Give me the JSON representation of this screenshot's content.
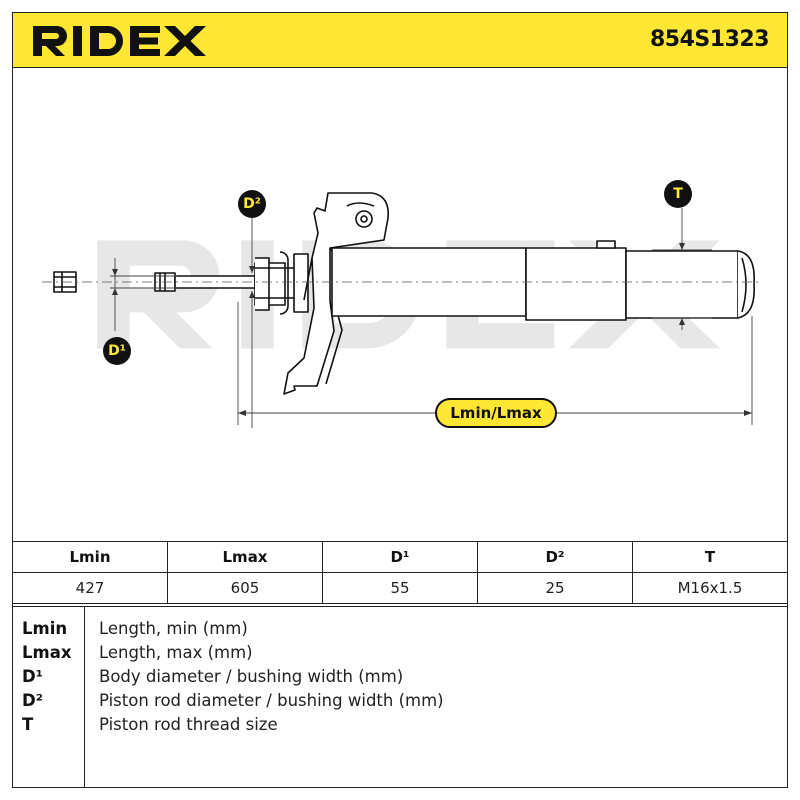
{
  "header": {
    "brand": "RIDEX",
    "part_number": "854S1323"
  },
  "drawing": {
    "watermark": "RIDEX",
    "labels": {
      "d2": "D²",
      "d1": "D¹",
      "t": "T",
      "lminlmax": "Lmin/Lmax"
    }
  },
  "spec_table": {
    "headers": [
      "Lmin",
      "Lmax",
      "D¹",
      "D²",
      "T"
    ],
    "values": [
      "427",
      "605",
      "55",
      "25",
      "M16x1.5"
    ]
  },
  "legend": [
    {
      "key": "Lmin",
      "desc": "Length, min (mm)"
    },
    {
      "key": "Lmax",
      "desc": "Length, max (mm)"
    },
    {
      "key": "D¹",
      "desc": "Body diameter / bushing width (mm)"
    },
    {
      "key": "D²",
      "desc": "Piston rod diameter / bushing width (mm)"
    },
    {
      "key": "T",
      "desc": "Piston rod thread size"
    }
  ],
  "colors": {
    "brand_yellow": "#ffe733",
    "ink": "#111111",
    "watermark": "#e6e6e6"
  }
}
